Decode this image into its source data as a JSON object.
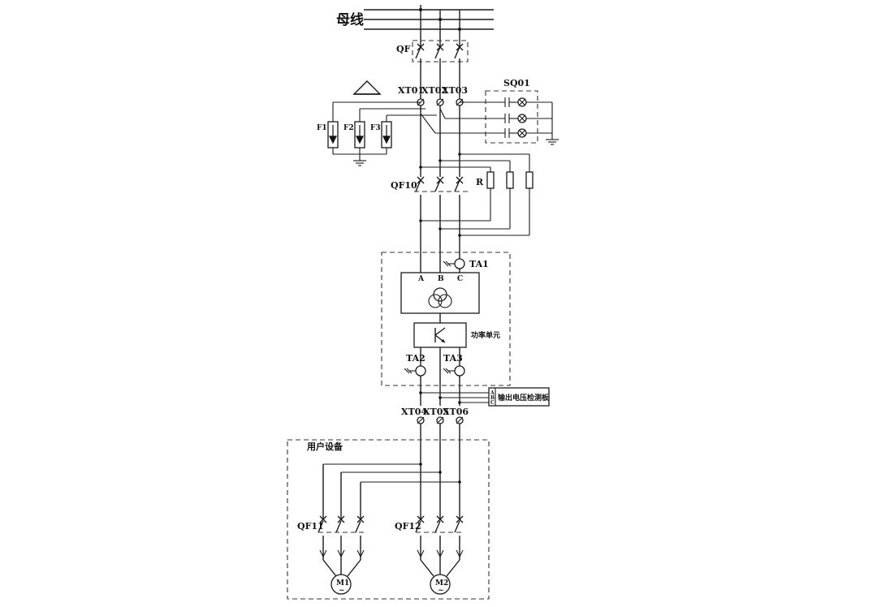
{
  "labels": {
    "bus": "母线",
    "main_breaker": "QF",
    "xt01": "XT01",
    "xt02": "XT02",
    "xt03": "XT03",
    "indicator": "SQ01",
    "fuse1": "F1",
    "fuse2": "F2",
    "fuse3": "F3",
    "precharge_breaker": "QF10",
    "resistor": "R",
    "ct1": "TA1",
    "phase_a": "A",
    "phase_b": "B",
    "phase_c": "C",
    "power_unit": "功率单元",
    "ct2": "TA2",
    "ct3": "TA3",
    "voltage_board": "输出电压检测板",
    "board_a": "A",
    "board_b": "B",
    "board_c": "C",
    "xt04": "XT04",
    "xt05": "XT05",
    "xt06": "XT06",
    "user_equipment": "用户设备",
    "qf11": "QF11",
    "qf12": "QF12",
    "motor1": "M1",
    "motor2": "M2",
    "ac_symbol": "~"
  }
}
